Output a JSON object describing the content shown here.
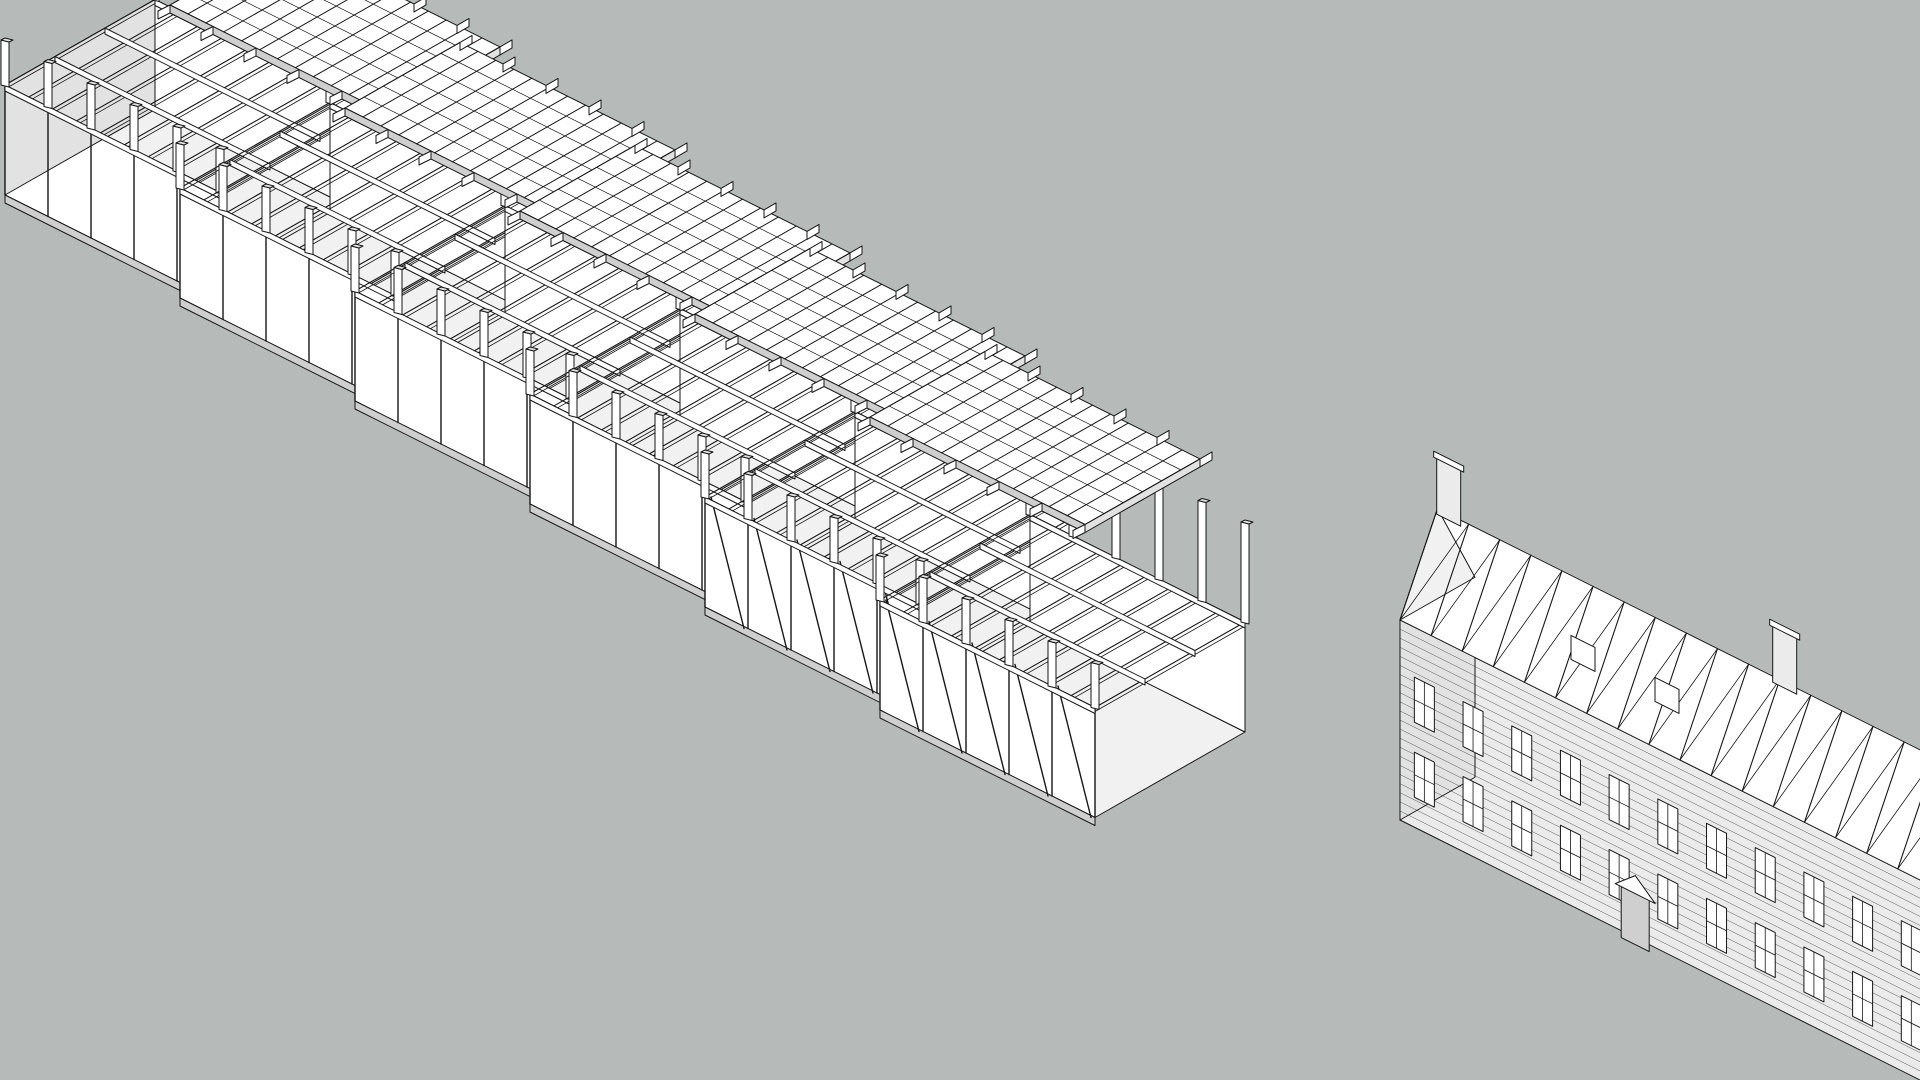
{
  "diagram": {
    "type": "exploded axonometric",
    "background_color": "#b6bbb9",
    "line_color": "#161616",
    "fill_color": "#ffffff",
    "frame_modules": 6,
    "roof_panels": 5,
    "braced_modules": 2,
    "components": [
      "stepped-timber-frame-structure",
      "exploded-roof-joist-panels",
      "diagonal-braced-wall-panels",
      "existing-brick-building"
    ]
  }
}
